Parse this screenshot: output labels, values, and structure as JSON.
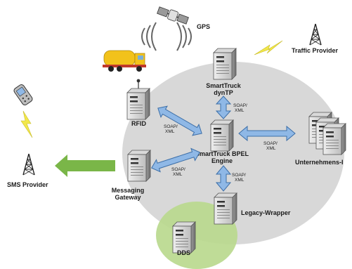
{
  "labels": {
    "gps": "GPS",
    "traffic_provider": "Traffic Provider",
    "smarttruck_dyntp_line1": "SmartTruck",
    "smarttruck_dyntp_line2": "dynTP",
    "rfid": "RFID",
    "bpel_line1": "SmartTruck BPEL",
    "bpel_line2": "Engine",
    "unternehmens": "Unternehmens-I",
    "sms_provider": "SMS Provider",
    "messaging_line1": "Messaging",
    "messaging_line2": "Gateway",
    "legacy_wrapper": "Legacy-Wrapper",
    "dds": "DDS"
  },
  "protocols": {
    "top_line1": "SOAP/",
    "top_line2": "XML",
    "left_line1": "SOAP/",
    "left_line2": "XML",
    "right_line1": "SOAP/",
    "right_line2": "XML",
    "lowleft_line1": "SOAP/",
    "lowleft_line2": "XML",
    "bottom_line1": "SOAP/",
    "bottom_line2": "XML"
  },
  "colors": {
    "ellipse": "#d6d6d6",
    "green_circle": "#b9d98f",
    "arrow_blue": "#8fb8e6",
    "arrow_stroke": "#3d6fa8",
    "arrow_green": "#7ab648",
    "lightning": "#f2e84b"
  }
}
